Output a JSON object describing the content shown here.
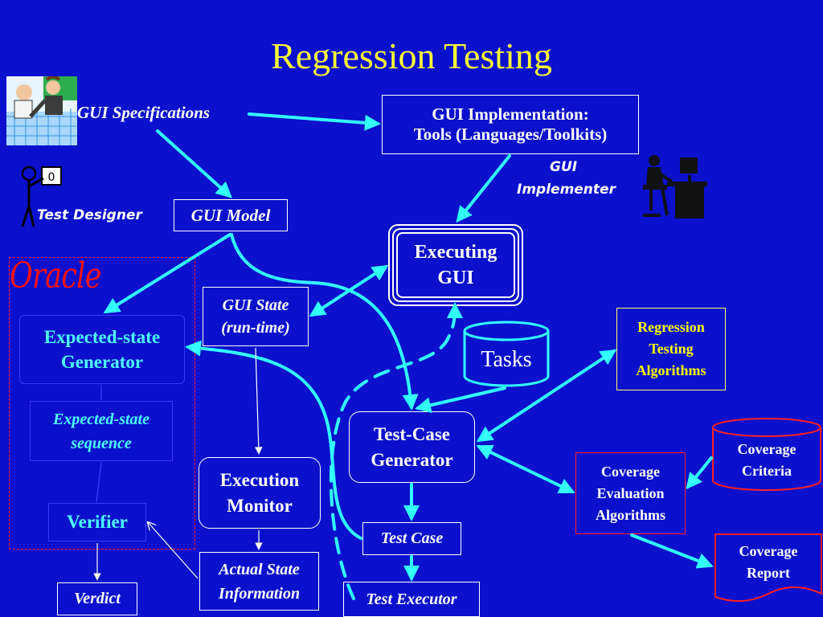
{
  "title": "Regression Testing",
  "labels": {
    "gui_specifications": "GUI Specifications",
    "test_designer": "Test Designer",
    "gui_implementer_line1": "GUI",
    "gui_implementer_line2": "Implementer",
    "oracle": "Oracle"
  },
  "boxes": {
    "gui_implementation_line1": "GUI Implementation:",
    "gui_implementation_line2": "Tools (Languages/Toolkits)",
    "gui_model": "GUI Model",
    "executing_gui_line1": "Executing",
    "executing_gui_line2": "GUI",
    "gui_state_line1": "GUI State",
    "gui_state_line2": "(run-time)",
    "tasks": "Tasks",
    "regression_algorithms_line1": "Regression",
    "regression_algorithms_line2": "Testing",
    "regression_algorithms_line3": "Algorithms",
    "expected_state_generator_line1": "Expected-state",
    "expected_state_generator_line2": "Generator",
    "expected_state_sequence_line1": "Expected-state",
    "expected_state_sequence_line2": "sequence",
    "verifier": "Verifier",
    "verdict": "Verdict",
    "execution_monitor_line1": "Execution",
    "execution_monitor_line2": "Monitor",
    "actual_state_line1": "Actual State",
    "actual_state_line2": "Information",
    "test_case_generator_line1": "Test-Case",
    "test_case_generator_line2": "Generator",
    "test_case": "Test Case",
    "test_executor": "Test Executor",
    "coverage_criteria_line1": "Coverage",
    "coverage_criteria_line2": "Criteria",
    "coverage_evaluation_line1": "Coverage",
    "coverage_evaluation_line2": "Evaluation",
    "coverage_evaluation_line3": "Algorithms",
    "coverage_report_line1": "Coverage",
    "coverage_report_line2": "Report"
  },
  "colors": {
    "background": "#0a10cc",
    "title": "#ffff33",
    "arrow": "#33ffff",
    "oracle": "#ff1010",
    "regression_text": "#ffff00",
    "expected_text": "#4dffff"
  },
  "icons": {
    "designers": "clipart-people-blueprint-icon",
    "test_designer": "stick-figure-icon",
    "implementer": "person-at-computer-icon"
  }
}
